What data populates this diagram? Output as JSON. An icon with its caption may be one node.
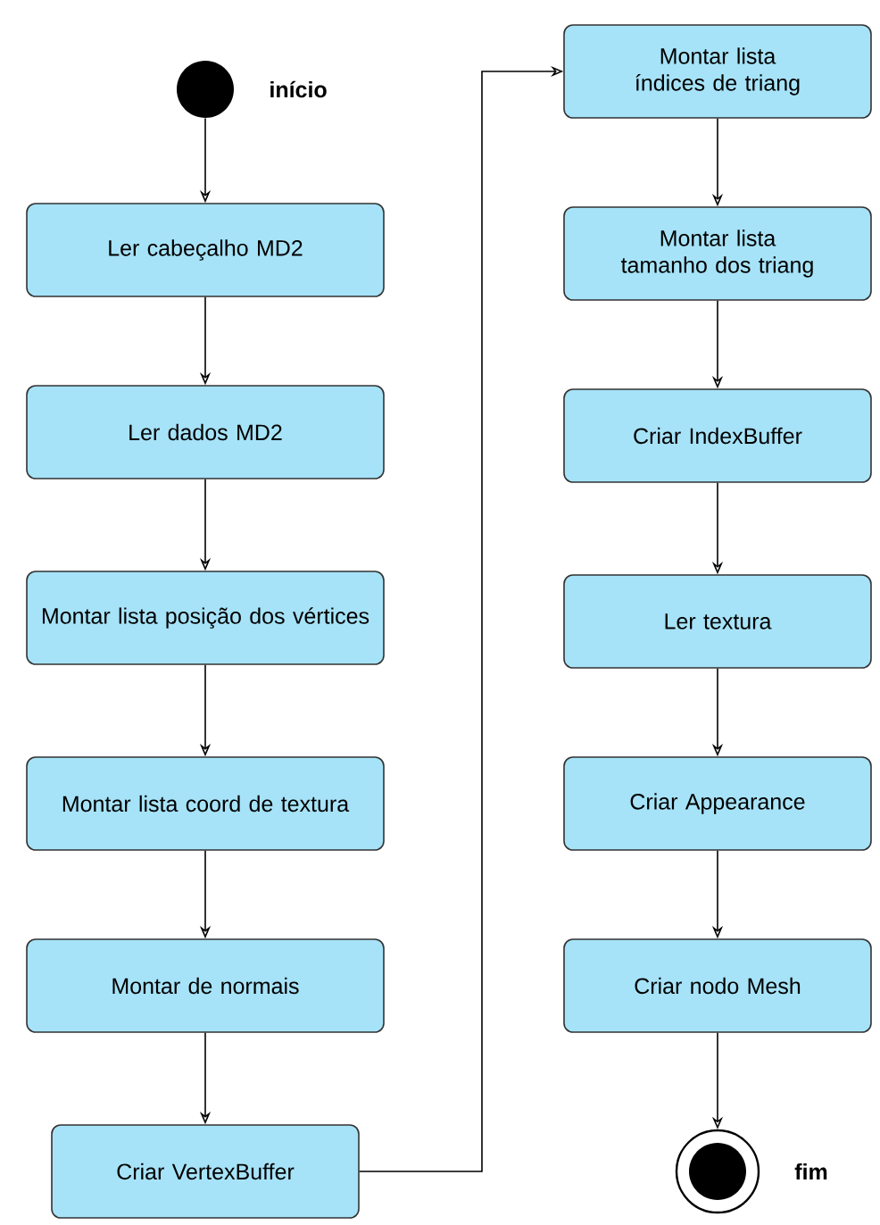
{
  "diagram": {
    "nodes": [
      {
        "text": [],
        "shape": "circle",
        "beside": [
          "início"
        ]
      },
      {
        "text": [
          "Ler cabeçalho MD2"
        ]
      },
      {
        "text": [
          "Ler dados MD2"
        ]
      },
      {
        "text": [
          "Montar lista posição dos vértices"
        ]
      },
      {
        "text": [
          "Montar lista coord de textura"
        ]
      },
      {
        "text": [
          "Montar de normais"
        ]
      },
      {
        "text": [
          "Criar VertexBuffer"
        ]
      },
      {
        "text": [
          "Montar lista índices de triang"
        ]
      },
      {
        "text": [
          "Montar lista tamanho dos triang"
        ]
      },
      {
        "text": [
          "Criar IndexBuffer"
        ]
      },
      {
        "text": [
          "Ler textura"
        ]
      },
      {
        "text": [
          "Criar Appearance"
        ]
      },
      {
        "text": [
          "Criar nodo Mesh"
        ]
      },
      {
        "text": [],
        "shape": "bullseye",
        "beside": [
          "fim"
        ]
      }
    ],
    "edges": [
      {
        "from": 0,
        "to": 1,
        "arrow": "to"
      },
      {
        "from": 1,
        "to": 2,
        "arrow": "to"
      },
      {
        "from": 2,
        "to": 3,
        "arrow": "to"
      },
      {
        "from": 3,
        "to": 4,
        "arrow": "to"
      },
      {
        "from": 4,
        "to": 5,
        "arrow": "to"
      },
      {
        "from": 5,
        "to": 6,
        "arrow": "to"
      },
      {
        "from": 6,
        "to": 7,
        "arrow": "to"
      },
      {
        "from": 7,
        "to": 8,
        "arrow": "to"
      },
      {
        "from": 8,
        "to": 9,
        "arrow": "to"
      },
      {
        "from": 9,
        "to": 10,
        "arrow": "to"
      },
      {
        "from": 10,
        "to": 11,
        "arrow": "to"
      },
      {
        "from": 11,
        "to": 12,
        "arrow": "to"
      },
      {
        "from": 12,
        "to": 13,
        "arrow": "to"
      }
    ]
  }
}
